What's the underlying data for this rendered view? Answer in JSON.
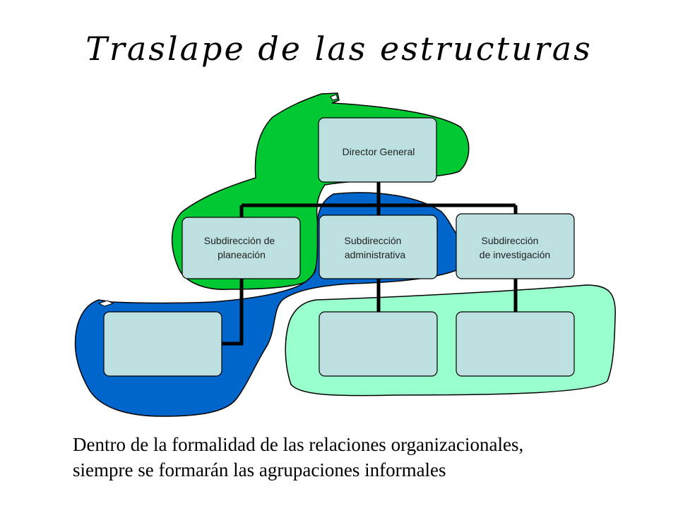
{
  "title": "Traslape de las estructuras",
  "boxes": {
    "director": "Director General",
    "planeacion": [
      "Subdirección de",
      "planeación"
    ],
    "administrativa": [
      "Subdirección",
      "administrativa"
    ],
    "investigacion": [
      "Subdirección",
      "de investigación"
    ]
  },
  "caption": {
    "line1": "Dentro de la formalidad de las relaciones organizacionales,",
    "line2": "siempre se formarán las agrupaciones informales"
  },
  "colors": {
    "green_group": "#00c832",
    "blue_group": "#0066cc",
    "mint_group": "#99ffcc",
    "box_fill": "#bce0e0"
  }
}
